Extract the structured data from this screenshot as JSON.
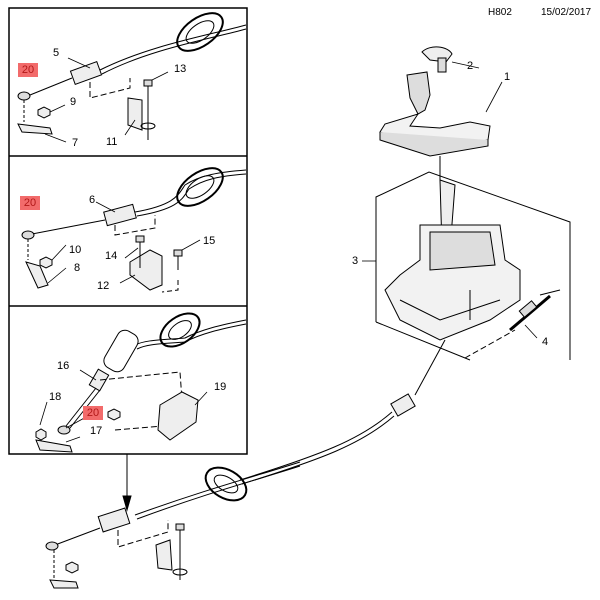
{
  "header": {
    "code": "H802",
    "date": "15/02/2017"
  },
  "colors": {
    "badge_bg": "#f26b6b",
    "badge_text": "#b01818",
    "line": "#000000"
  },
  "callouts": {
    "c1": "1",
    "c2": "2",
    "c3": "3",
    "c4": "4",
    "c5": "5",
    "c6": "6",
    "c7": "7",
    "c8": "8",
    "c9": "9",
    "c10": "10",
    "c11": "11",
    "c12": "12",
    "c13": "13",
    "c14": "14",
    "c15": "15",
    "c16": "16",
    "c17": "17",
    "c18": "18",
    "c19": "19"
  },
  "badges": {
    "b1": "20",
    "b2": "20",
    "b3": "20"
  },
  "insets": [
    {
      "name": "cable-variant-a",
      "parts": [
        "5",
        "7",
        "9",
        "11",
        "13",
        "20"
      ]
    },
    {
      "name": "cable-variant-b",
      "parts": [
        "6",
        "8",
        "10",
        "12",
        "14",
        "15",
        "20"
      ]
    },
    {
      "name": "cable-variant-c",
      "parts": [
        "16",
        "17",
        "18",
        "19",
        "20"
      ]
    }
  ]
}
